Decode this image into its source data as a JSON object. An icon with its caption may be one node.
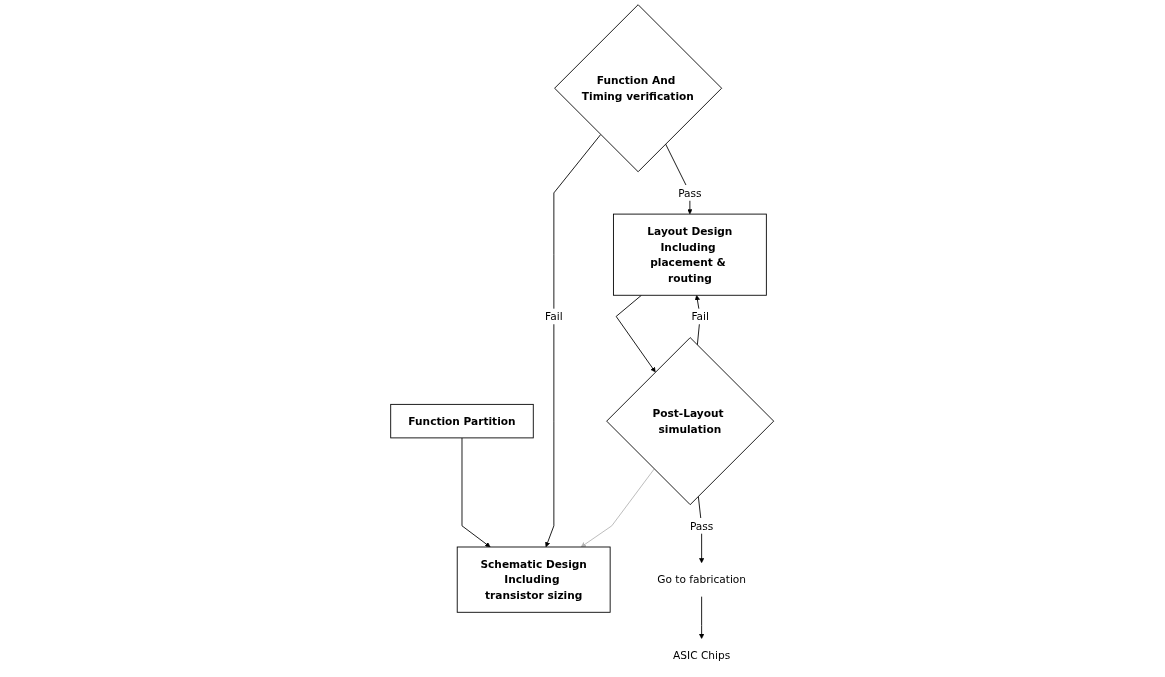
{
  "diagram": {
    "nodes": [
      {
        "text": [
          "Function Partition"
        ]
      },
      {
        "text": [
          "Schematic Design",
          "Including transistor sizing"
        ]
      },
      {
        "text": [
          "Function And Timing verification"
        ]
      },
      {
        "text": [
          "Layout Design",
          "Including placement & routing"
        ]
      },
      {
        "text": [
          "Post-Layout simulation"
        ]
      },
      {
        "text": [
          "Go to fabrication"
        ]
      },
      {
        "text": [
          "ASIC Chips"
        ]
      }
    ],
    "edges": [
      {
        "from": 0,
        "to": 1,
        "arrow": "to"
      },
      {
        "from": 2,
        "to": 1,
        "arrow": "to",
        "label": "Fail"
      },
      {
        "from": 2,
        "to": 3,
        "arrow": "to",
        "label": "Pass"
      },
      {
        "from": 3,
        "to": 4,
        "arrow": "to"
      },
      {
        "from": 4,
        "to": 3,
        "arrow": "to",
        "label": "Fail"
      },
      {
        "from": 4,
        "to": 1,
        "arrow": "to",
        "color": "#b4b4b4"
      },
      {
        "from": 4,
        "to": 5,
        "arrow": "to",
        "label": "Pass"
      },
      {
        "from": 5,
        "to": 6,
        "arrow": "to"
      }
    ]
  }
}
